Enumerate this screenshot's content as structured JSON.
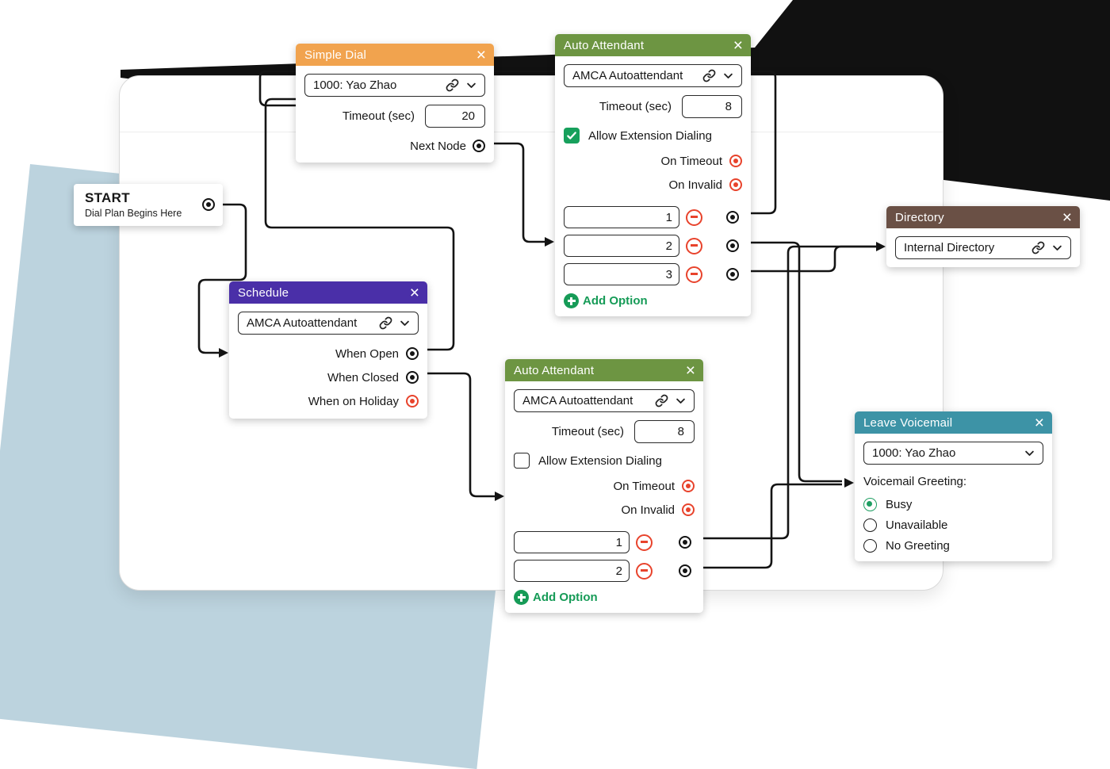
{
  "icons": {
    "close_glyph": "×"
  },
  "colors": {
    "simple_dial_header": "#f1a34e",
    "auto_attendant_header": "#6d9542",
    "schedule_header": "#4a2fa8",
    "directory_header": "#6a5045",
    "leave_voicemail_header": "#3d93a6",
    "connector": "#141414",
    "unconnected_port": "#e8432c",
    "accent_green": "#17a05c",
    "decor_blue": "#bcd3de",
    "decor_black": "#111111"
  },
  "nodes": {
    "start": {
      "title": "START",
      "subtitle": "Dial Plan Begins Here"
    },
    "simple_dial": {
      "title": "Simple Dial",
      "destination": "1000: Yao Zhao",
      "timeout_label": "Timeout (sec)",
      "timeout_value": "20",
      "next_node_label": "Next Node"
    },
    "auto_attendant_top": {
      "title": "Auto Attendant",
      "destination": "AMCA Autoattendant",
      "timeout_label": "Timeout (sec)",
      "timeout_value": "8",
      "allow_extension_label": "Allow Extension Dialing",
      "allow_extension_checked": true,
      "on_timeout_label": "On Timeout",
      "on_invalid_label": "On Invalid",
      "option_1": "1",
      "option_2": "2",
      "option_3": "3",
      "add_option_label": "Add Option"
    },
    "schedule": {
      "title": "Schedule",
      "destination": "AMCA Autoattendant",
      "when_open_label": "When Open",
      "when_closed_label": "When Closed",
      "when_holiday_label": "When on Holiday"
    },
    "auto_attendant_bottom": {
      "title": "Auto Attendant",
      "destination": "AMCA Autoattendant",
      "timeout_label": "Timeout (sec)",
      "timeout_value": "8",
      "allow_extension_label": "Allow Extension Dialing",
      "allow_extension_checked": false,
      "on_timeout_label": "On Timeout",
      "on_invalid_label": "On Invalid",
      "option_1": "1",
      "option_2": "2",
      "add_option_label": "Add Option"
    },
    "directory": {
      "title": "Directory",
      "destination": "Internal Directory"
    },
    "leave_voicemail": {
      "title": "Leave Voicemail",
      "destination": "1000: Yao Zhao",
      "greeting_label": "Voicemail Greeting:",
      "greeting_busy": "Busy",
      "greeting_unavailable": "Unavailable",
      "greeting_none": "No Greeting",
      "greeting_selected": "Busy"
    }
  }
}
